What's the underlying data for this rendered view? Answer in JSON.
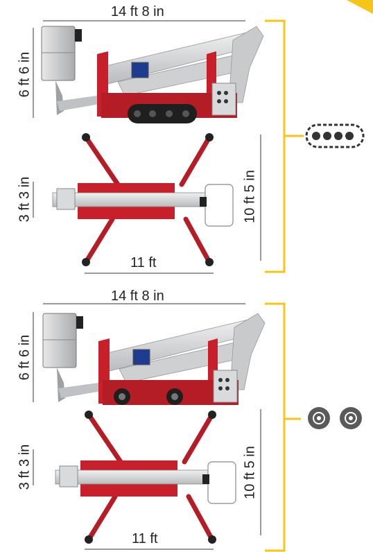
{
  "colors": {
    "accent_yellow": "#f5c518",
    "machine_red": "#c8202a",
    "boom_gray": "#d9dadc",
    "dark": "#2b2b2b"
  },
  "variants": [
    {
      "name": "tracked",
      "icon": "track-icon",
      "dims": {
        "overall_length": "14 ft 8 in",
        "stowed_height": "6 ft 6 in",
        "width": "3 ft 3 in",
        "outrigger_length": "10 ft 5 in",
        "outrigger_width": "11 ft"
      }
    },
    {
      "name": "wheeled",
      "icon": "wheels-icon",
      "dims": {
        "overall_length": "14 ft 8 in",
        "stowed_height": "6 ft 6 in",
        "width": "3 ft 3 in",
        "outrigger_length": "10 ft 5 in",
        "outrigger_width": "11 ft"
      }
    }
  ]
}
